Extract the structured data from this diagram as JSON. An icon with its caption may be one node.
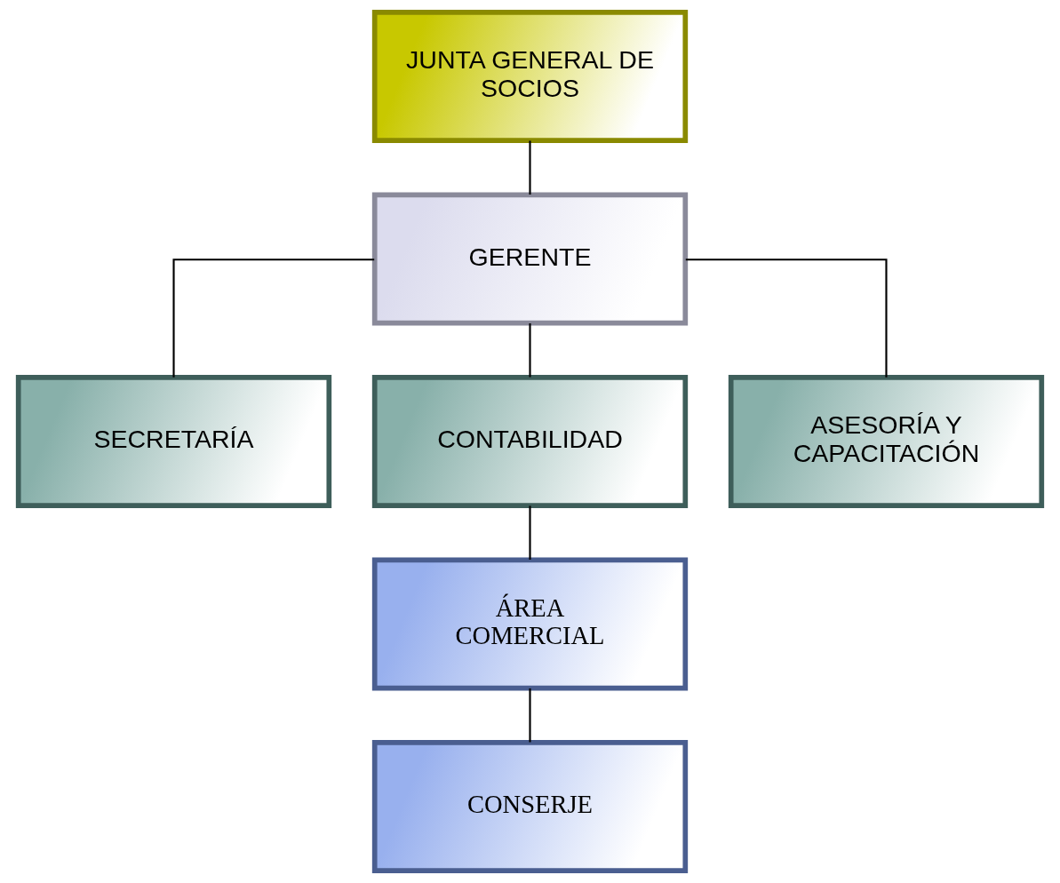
{
  "diagram": {
    "nodes": [
      {
        "text": [
          "JUNTA GENERAL DE SOCIOS"
        ]
      },
      {
        "text": [
          "GERENTE"
        ]
      },
      {
        "text": [
          "SECRETARÍA"
        ]
      },
      {
        "text": [
          "CONTABILIDAD"
        ]
      },
      {
        "text": [
          "ASESORÍA Y CAPACITACIÓN"
        ]
      },
      {
        "text": [
          "ÁREA COMERCIAL"
        ]
      },
      {
        "text": [
          "CONSERJE"
        ]
      }
    ],
    "edges": [
      {
        "from": 0,
        "to": 1,
        "arrow": "none"
      },
      {
        "from": 1,
        "to": 2,
        "arrow": "none"
      },
      {
        "from": 1,
        "to": 3,
        "arrow": "none"
      },
      {
        "from": 1,
        "to": 4,
        "arrow": "none"
      },
      {
        "from": 3,
        "to": 5,
        "arrow": "none"
      },
      {
        "from": 5,
        "to": 6,
        "arrow": "none"
      }
    ]
  }
}
